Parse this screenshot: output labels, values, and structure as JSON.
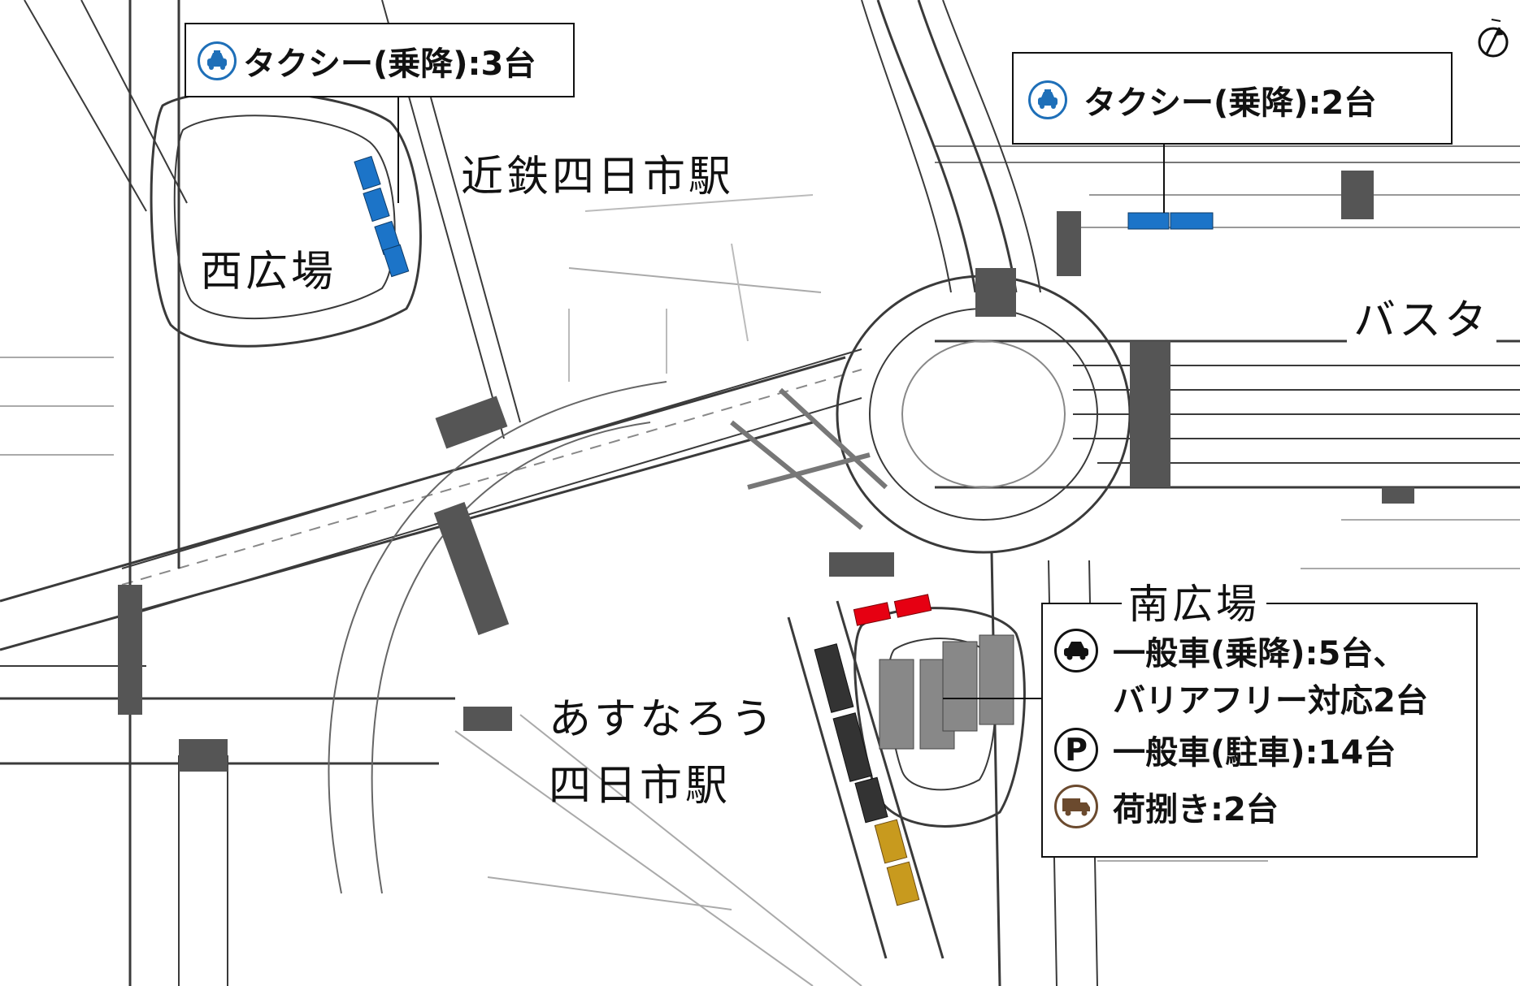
{
  "colors": {
    "taxi_stall": "#1c74c8",
    "car_stall": "#e60012",
    "bus_stall": "#333333",
    "loading_stall": "#c89a1e",
    "parking_area": "#888888",
    "taxi_icon": "#1e6fb8",
    "truck_icon": "#6b4a2e"
  },
  "north_arrow": {
    "icon": "north-arrow-icon"
  },
  "labels": {
    "kintetsu_station": "近鉄四日市駅",
    "west_plaza": "西広場",
    "busta": "バスタ",
    "asunarou_line1": "あすなろう",
    "asunarou_line2": "四日市駅",
    "south_plaza": "南広場"
  },
  "callouts": {
    "west_taxi": {
      "icon": "taxi-icon",
      "text": "タクシー(乗降):3台"
    },
    "east_taxi": {
      "icon": "taxi-icon",
      "text": "タクシー(乗降):2台"
    },
    "south": {
      "title": "南広場",
      "items": [
        {
          "icon": "car-icon",
          "text": "一般車(乗降):5台、"
        },
        {
          "icon": "",
          "text": "バリアフリー対応2台"
        },
        {
          "icon": "parking-icon",
          "icon_text": "P",
          "text": "一般車(駐車):14台"
        },
        {
          "icon": "truck-icon",
          "text": "荷捌き:2台"
        }
      ]
    }
  }
}
